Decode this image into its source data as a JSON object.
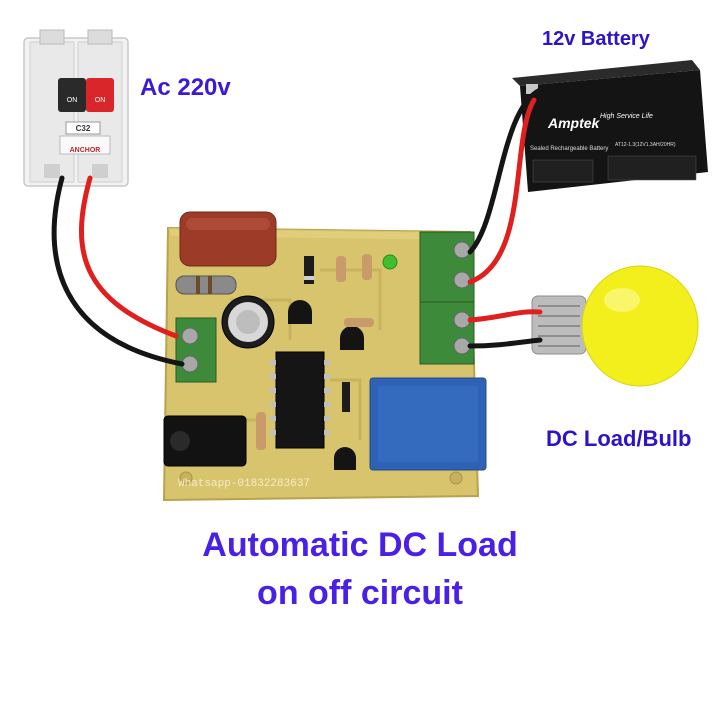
{
  "labels": {
    "ac": "Ac 220v",
    "battery": "12v Battery",
    "load": "DC Load/Bulb",
    "title_line1": "Automatic DC Load",
    "title_line2": "on off circuit"
  },
  "breaker": {
    "rating": "C32",
    "brand": "ANCHOR",
    "switch_left": "ON",
    "switch_right": "ON"
  },
  "battery": {
    "brand": "Amptek",
    "slogan": "High Service Life",
    "type": "Sealed Rechargeable Battery",
    "model": "AT12-1.3(12V1.3AH/20HR)"
  },
  "pcb": {
    "silkscreen_contact": "Whatsapp-01832283637"
  },
  "colors": {
    "label": "#3d18d6",
    "pcb": "#d9c770",
    "terminal": "#3d8a3a",
    "relay": "#2f62b5",
    "bulb": "#f3ef1c",
    "wire_red": "#e0201f",
    "wire_black": "#151515"
  }
}
